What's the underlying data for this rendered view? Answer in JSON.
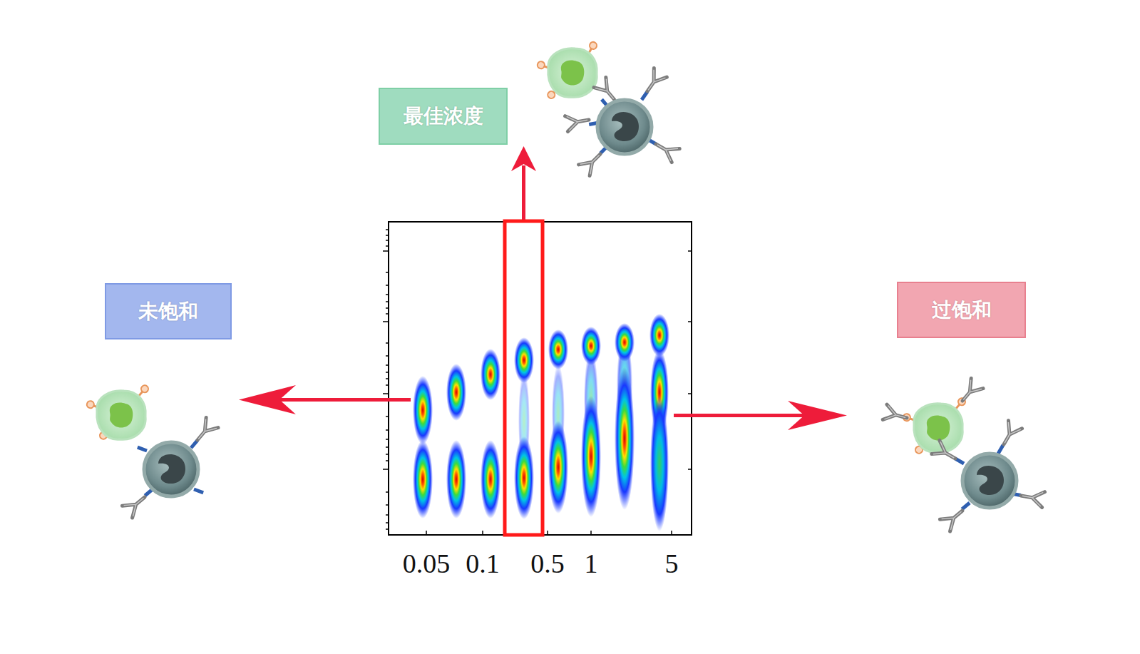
{
  "diagram": {
    "nodes": [
      {
        "text": [
          "最佳浓度"
        ]
      },
      {
        "text": [
          "未饱和"
        ]
      },
      {
        "text": [
          "过饱和"
        ]
      }
    ],
    "labels": [
      "0.05",
      "0.1",
      "0.5",
      "1",
      "5"
    ]
  }
}
